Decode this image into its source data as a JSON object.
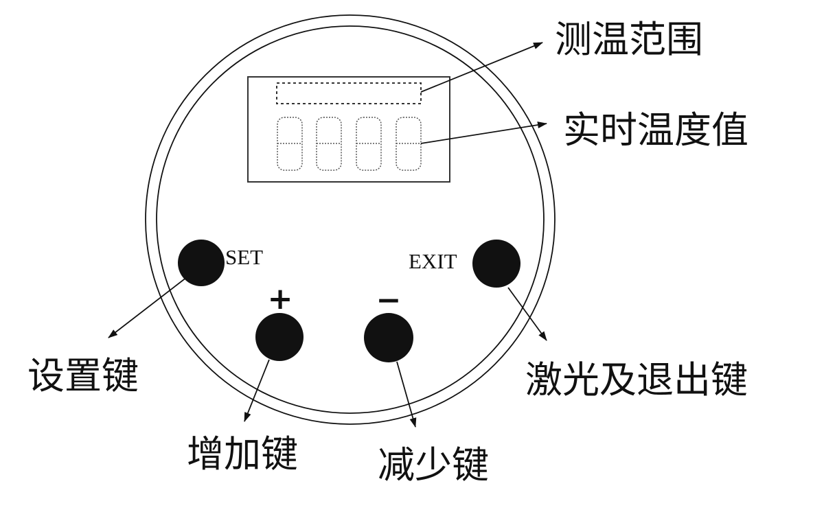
{
  "device": {
    "buttons": {
      "set": "SET",
      "exit": "EXIT",
      "plus": "+",
      "minus": "−"
    }
  },
  "callouts": {
    "range": "测温范围",
    "realtime": "实时温度值",
    "set_key": "设置键",
    "plus_key": "增加键",
    "minus_key": "减少键",
    "exit_key": "激光及退出键"
  }
}
